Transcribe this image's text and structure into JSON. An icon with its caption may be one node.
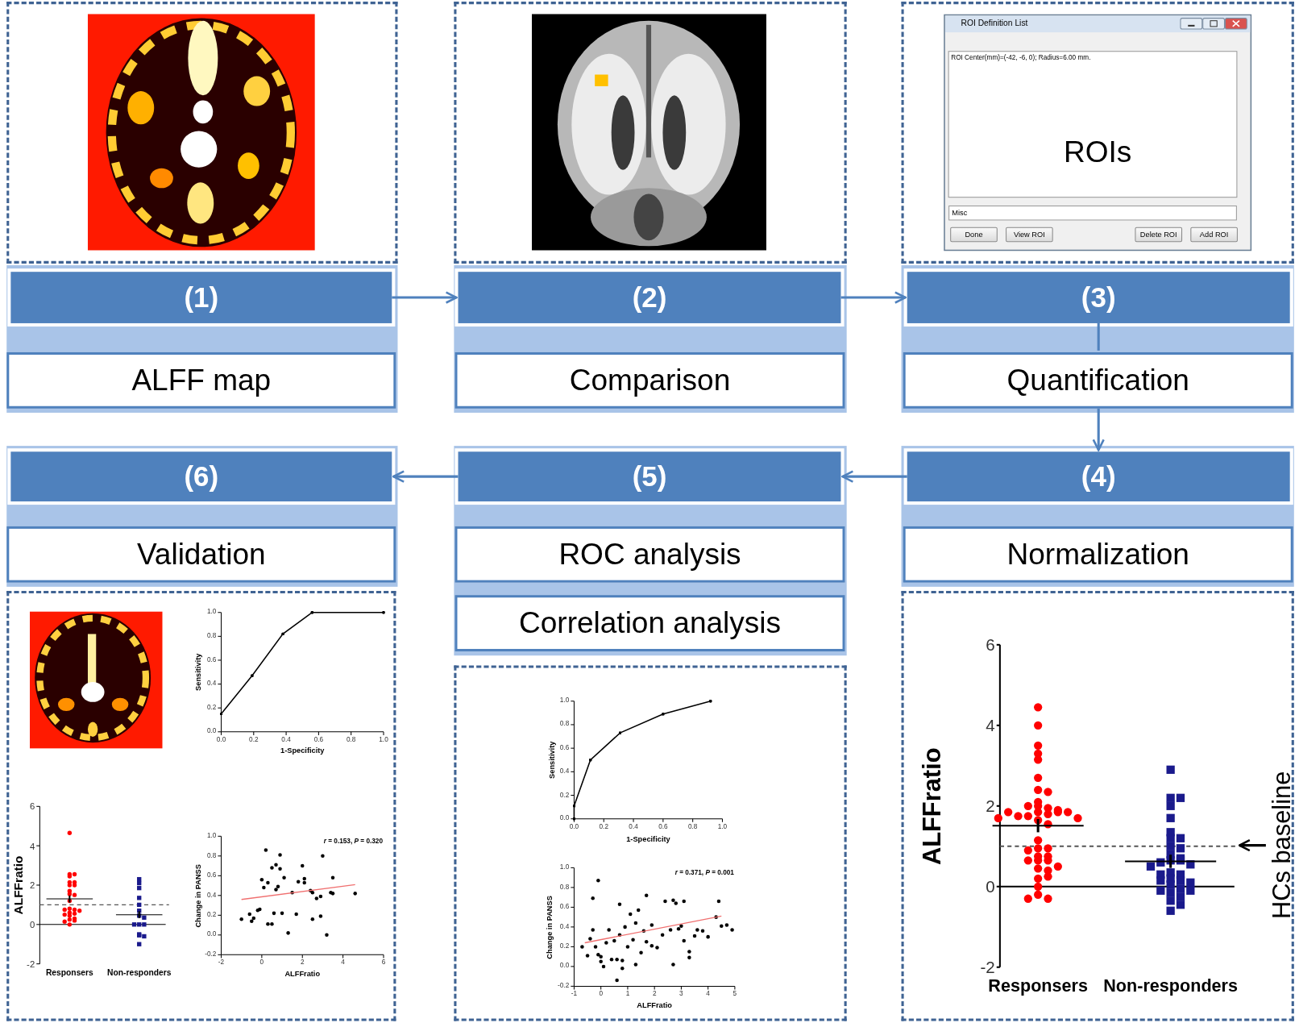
{
  "diagram": {
    "nodes": [
      {
        "text": [
          "(1)"
        ]
      },
      {
        "text": [
          "(2)"
        ]
      },
      {
        "text": [
          "(3)"
        ]
      },
      {
        "text": [
          "ALFF map"
        ]
      },
      {
        "text": [
          "Comparison"
        ]
      },
      {
        "text": [
          "Quantification"
        ]
      },
      {
        "text": [
          "(6)"
        ]
      },
      {
        "text": [
          "(5)"
        ]
      },
      {
        "text": [
          "(4)"
        ]
      },
      {
        "text": [
          "Validation"
        ]
      },
      {
        "text": [
          "ROC analysis"
        ]
      },
      {
        "text": [
          "Normalization"
        ]
      },
      {
        "text": [
          "Correlation analysis"
        ]
      },
      {
        "text": [
          "HCs baseline"
        ]
      },
      {
        "text": [],
        "shape": "line"
      }
    ],
    "edges": [
      {
        "from": 0,
        "to": 1,
        "arrow": "to"
      },
      {
        "from": 1,
        "to": 2,
        "arrow": "to"
      },
      {
        "from": 2,
        "to": 5,
        "arrow": "none"
      },
      {
        "from": 5,
        "to": 8,
        "arrow": "to"
      },
      {
        "from": 8,
        "to": 7,
        "arrow": "to"
      },
      {
        "from": 7,
        "to": 6,
        "arrow": "to"
      },
      {
        "from": 13,
        "to": 14,
        "arrow": "to",
        "color": "#000000"
      }
    ],
    "labels": [
      "ROI Definition List",
      "ROI Center(mm)=(-42, -6, 0); Radius=6.00 mm.",
      "ROIs",
      "Misc",
      "Done",
      "View ROI",
      "Delete ROI",
      "Add ROI",
      "1.0",
      "0.8",
      "0.6",
      "0.4",
      "0.2",
      "0.0",
      "Sensitivity",
      "0.0",
      "0.2",
      "0.4",
      "0.6",
      "0.8",
      "1.0",
      "1-Specificity",
      "6",
      "4",
      "2",
      "0",
      "-2",
      "ALFFratio",
      "Responsers",
      "Non-responders",
      "*r* = 0.153, *P* = 0.320",
      "1.0",
      "0.8",
      "0.6",
      "0.4",
      "0.2",
      "0.0",
      "-0.2",
      "Change in PANSS",
      "-2",
      "0",
      "2",
      "4",
      "6",
      "ALFFratio",
      "1.0",
      "0.8",
      "0.6",
      "0.4",
      "0.2",
      "0.0",
      "Sensitivity",
      "0.0",
      "0.2",
      "0.4",
      "0.6",
      "0.8",
      "1.0",
      "1-Specificity",
      "*r* = 0.371, *P* = 0.001",
      "1.0",
      "0.8",
      "0.6",
      "0.4",
      "0.2",
      "0.0",
      "-0.2",
      "Change in PANSS",
      "-1",
      "0",
      "1",
      "2",
      "3",
      "4",
      "5",
      "ALFFratio",
      "6",
      "4",
      "2",
      "0",
      "-2",
      "ALFFratio",
      "Responsers",
      "Non-responders"
    ]
  }
}
